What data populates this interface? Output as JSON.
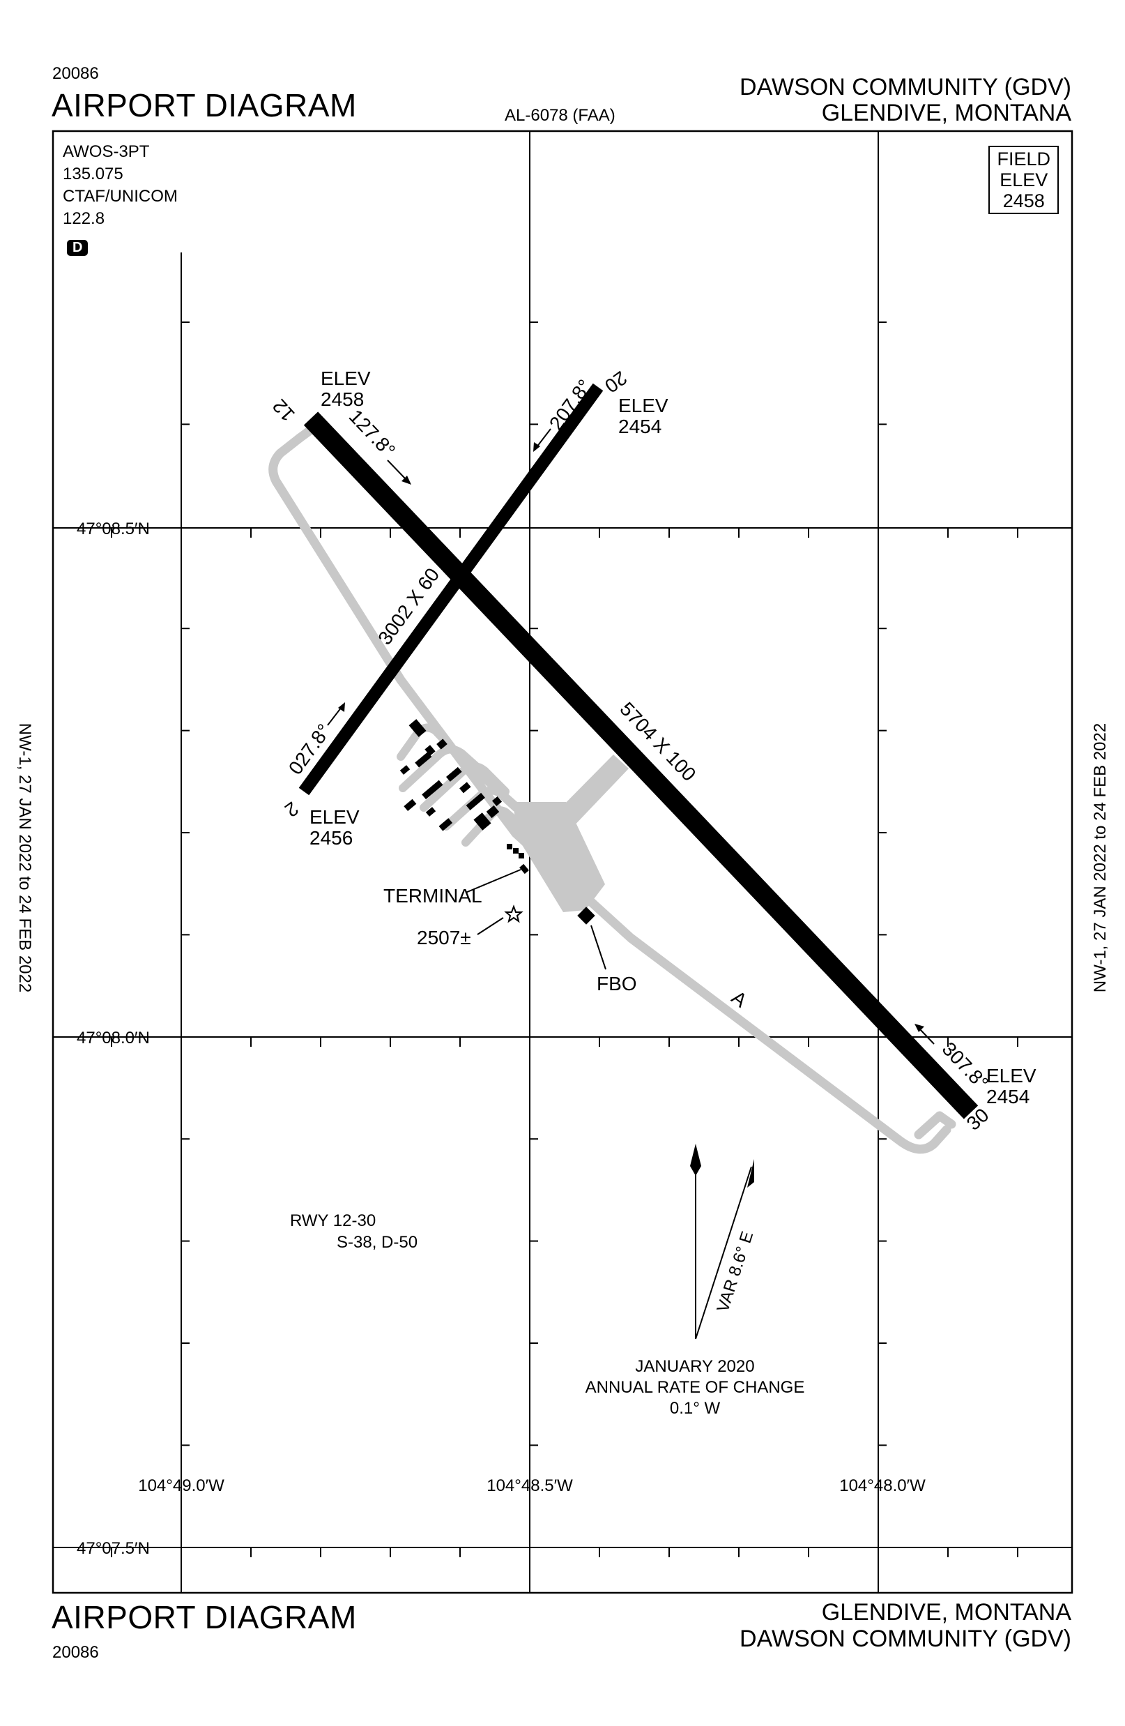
{
  "header": {
    "doc_number": "20086",
    "title": "AIRPORT DIAGRAM",
    "al_number": "AL-6078 (FAA)",
    "airport_name": "DAWSON COMMUNITY (GDV)",
    "city_state": "GLENDIVE, MONTANA"
  },
  "comms": {
    "awos_label": "AWOS-3PT",
    "awos_freq": "135.075",
    "ctaf_label": "CTAF/UNICOM",
    "ctaf_freq": "122.8",
    "d_symbol": "D"
  },
  "field_elev": {
    "line1": "FIELD",
    "line2": "ELEV",
    "value": "2458"
  },
  "latitudes": [
    "47°08.5′N",
    "47°08.0′N",
    "47°07.5′N"
  ],
  "longitudes": [
    "104°49.0′W",
    "104°48.5′W",
    "104°48.0′W"
  ],
  "runways": [
    {
      "id": "12-30",
      "dims": "5704 X 100",
      "end_a": {
        "number": "12",
        "heading": "127.8°",
        "elev_label": "ELEV",
        "elev": "2458"
      },
      "end_b": {
        "number": "30",
        "heading": "307.8°",
        "elev_label": "ELEV",
        "elev": "2454"
      }
    },
    {
      "id": "2-20",
      "dims": "3002 X 60",
      "end_a": {
        "number": "2",
        "heading": "027.8°",
        "elev_label": "ELEV",
        "elev": "2456"
      },
      "end_b": {
        "number": "20",
        "heading": "207.8°",
        "elev_label": "ELEV",
        "elev": "2454"
      }
    }
  ],
  "taxiway_label": "A",
  "labels": {
    "terminal": "TERMINAL",
    "obstacle": "2507±",
    "fbo": "FBO"
  },
  "runway_strength": {
    "line1": "RWY 12-30",
    "line2": "S-38, D-50"
  },
  "magnetic": {
    "variation": "VAR 8.6° E",
    "epoch": "JANUARY 2020",
    "rate_label": "ANNUAL RATE OF CHANGE",
    "rate": "0.1° W"
  },
  "effective_dates": "NW-1, 27 JAN 2022 to 24 FEB 2022",
  "footer": {
    "title": "AIRPORT DIAGRAM",
    "doc_number": "20086",
    "city_state": "GLENDIVE, MONTANA",
    "airport_name": "DAWSON COMMUNITY (GDV)"
  }
}
